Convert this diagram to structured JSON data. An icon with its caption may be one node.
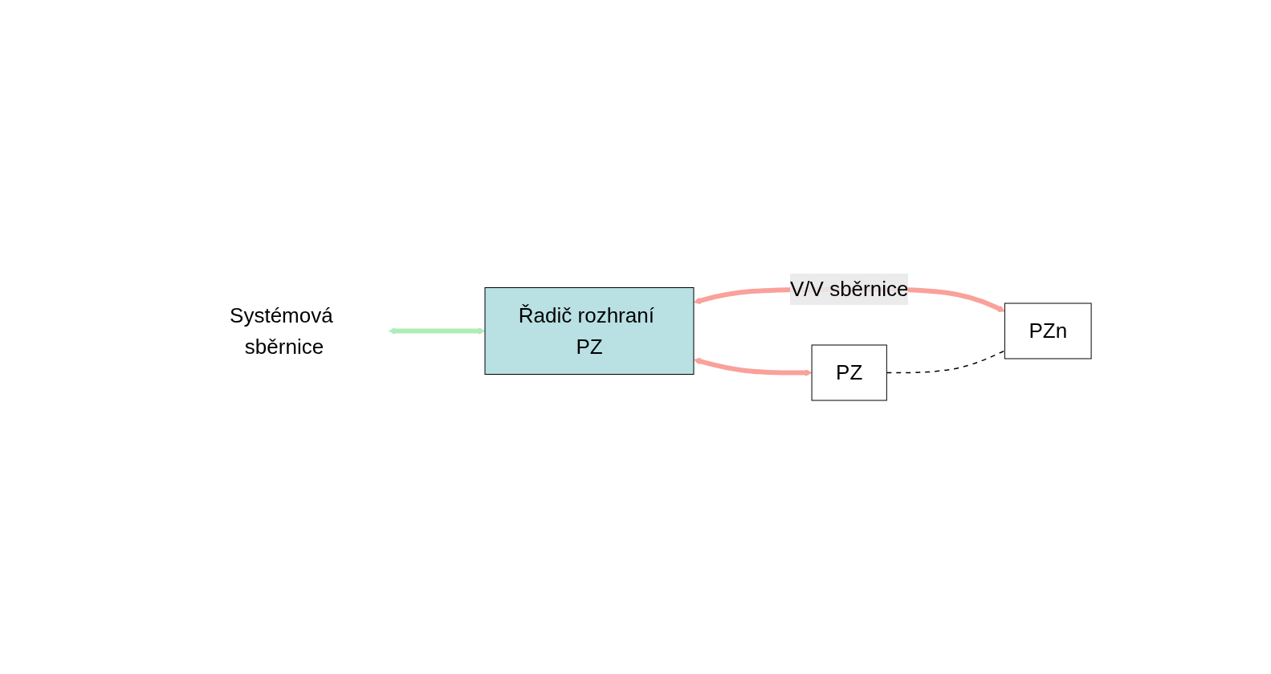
{
  "diagram": {
    "nodes": [
      {
        "text": [
          "Systémová sběrnice"
        ]
      },
      {
        "text": [
          "Řadič rozhraní PZ"
        ]
      },
      {
        "text": [
          "PZ"
        ]
      },
      {
        "text": [
          "PZn"
        ]
      }
    ],
    "edges": [
      {
        "from": 0,
        "to": 1,
        "arrow": "both",
        "color": "#b0ecb8"
      },
      {
        "from": 1,
        "to": 2,
        "arrow": "both"
      },
      {
        "from": 1,
        "to": 3,
        "arrow": "both",
        "label": "V/V sběrnice"
      },
      {
        "from": 2,
        "to": 3,
        "arrow": "none",
        "style": "dashed",
        "color": "#000000"
      }
    ]
  }
}
